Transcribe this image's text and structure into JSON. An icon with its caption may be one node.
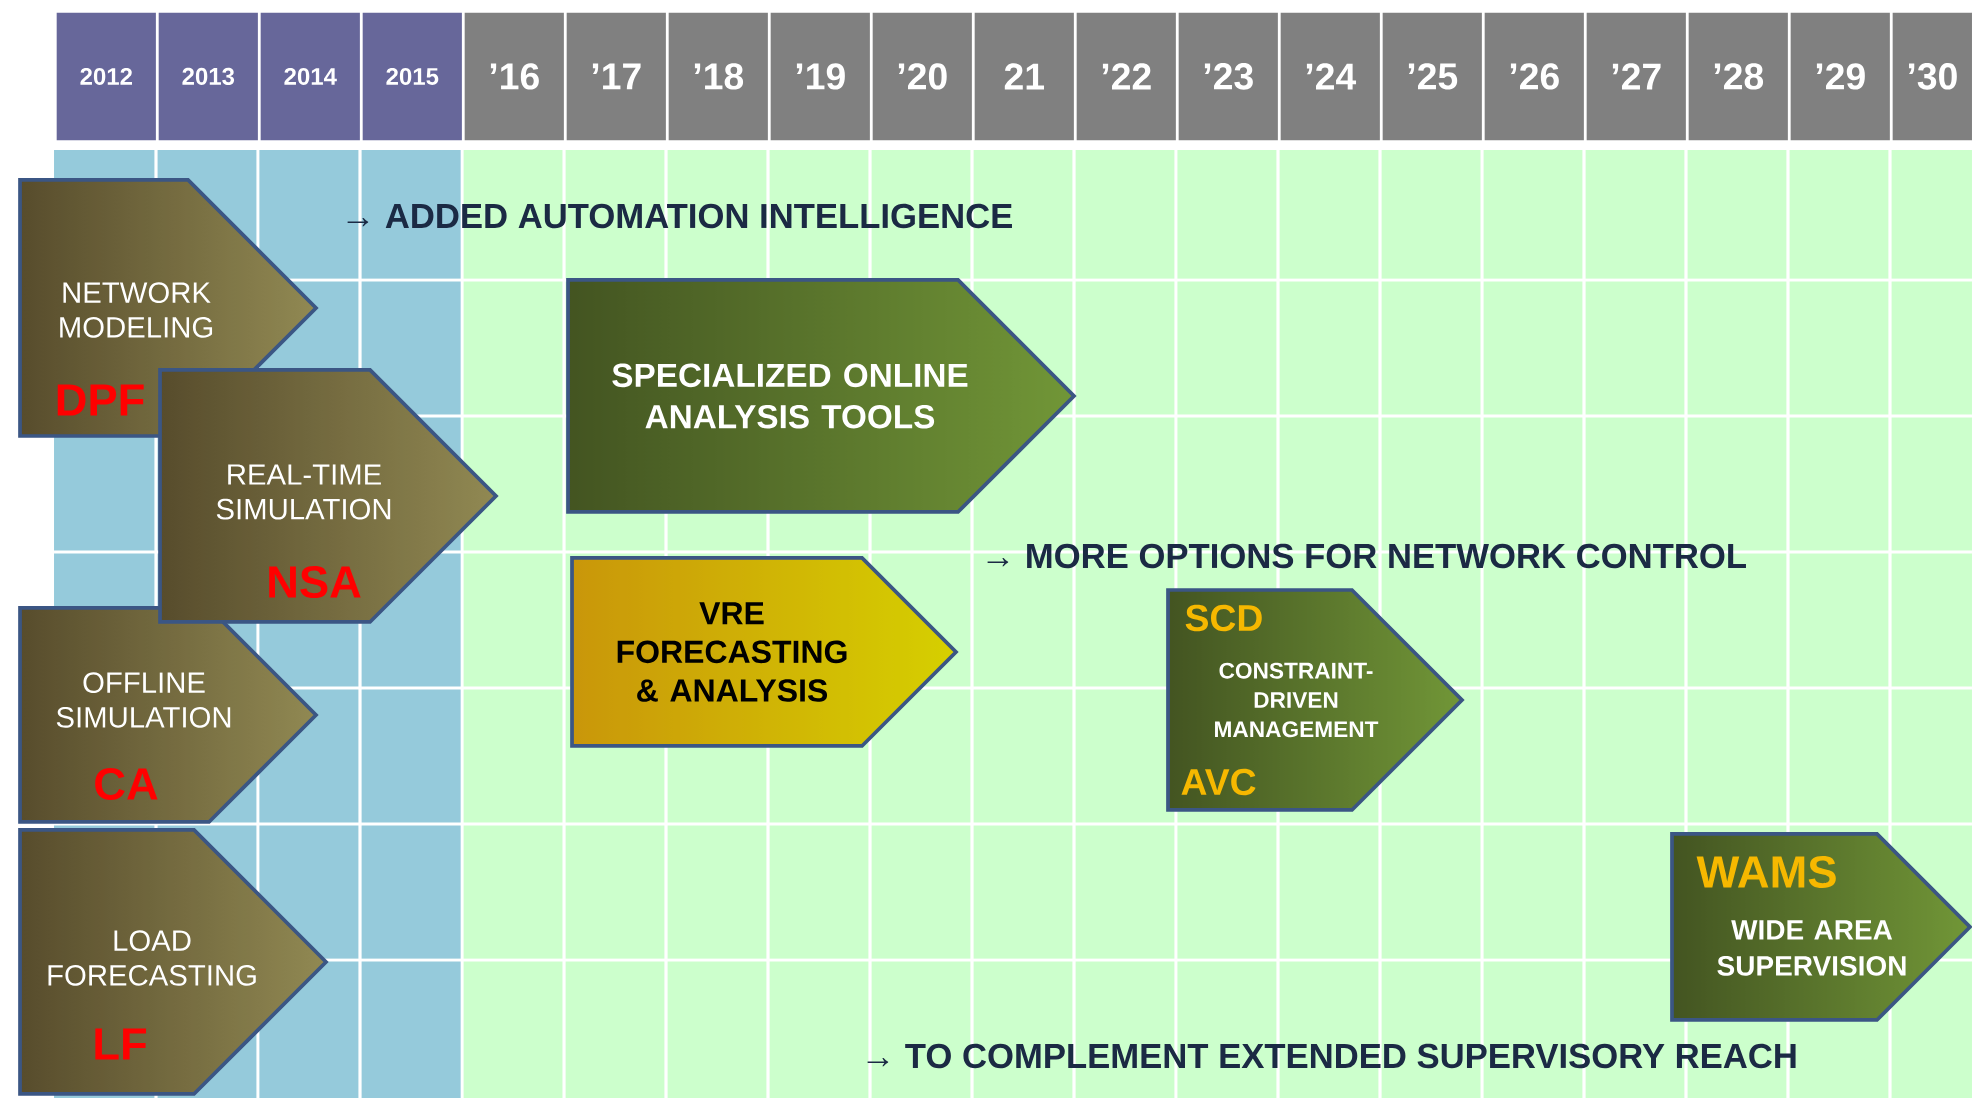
{
  "diagram": {
    "nodes": [
      {
        "text": [
          "NETWORK MODELING",
          "DPF"
        ]
      },
      {
        "text": [
          "REAL-TIME SIMULATION",
          "NSA"
        ]
      },
      {
        "text": [
          "OFFLINE SIMULATION",
          "CA"
        ]
      },
      {
        "text": [
          "LOAD FORECASTING",
          "LF"
        ]
      },
      {
        "text": [
          "SPECIALIZED ONLINE ANALYSIS TOOLS"
        ]
      },
      {
        "text": [
          "VRE FORECASTING & ANALYSIS"
        ]
      },
      {
        "text": [
          "SCD",
          "CONSTRAINT-DRIVEN MANAGEMENT",
          "AVC"
        ]
      },
      {
        "text": [
          "WAMS",
          "WIDE AREA SUPERVISION"
        ]
      }
    ],
    "labels": [
      "2012",
      "2013",
      "2014",
      "2015",
      "’16",
      "’17",
      "’18",
      "’19",
      "’20",
      "21",
      "’22",
      "’23",
      "’24",
      "’25",
      "’26",
      "’27",
      "’28",
      "’29",
      "’30",
      "→ ADDED AUTOMATION INTELLIGENCE",
      "→ MORE OPTIONS FOR NETWORK CONTROL",
      "→ TO COMPLEMENT EXTENDED SUPERVISORY REACH"
    ]
  }
}
